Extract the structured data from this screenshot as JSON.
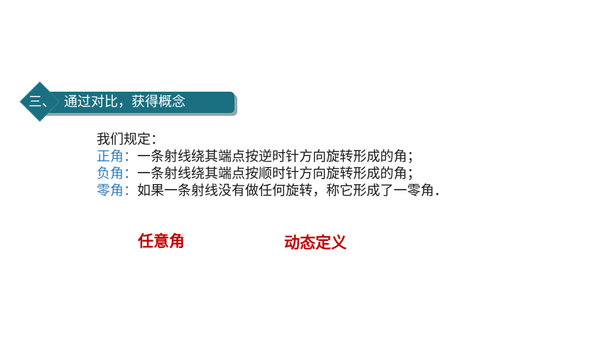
{
  "section": {
    "number": "三、",
    "title": "通过对比，获得概念"
  },
  "definitions": {
    "intro": "我们规定：",
    "items": [
      {
        "term": "正角：",
        "text": "一条射线绕其端点按逆时针方向旋转形成的角；"
      },
      {
        "term": "负角：",
        "text": "一条射线绕其端点按顺时针方向旋转形成的角；"
      },
      {
        "term": "零角：",
        "text": "如果一条射线没有做任何旋转，称它形成了一零角．"
      }
    ]
  },
  "keywords": {
    "first": "任意角",
    "second": "动态定义"
  },
  "colors": {
    "banner": "#1a6f80",
    "term": "#2e7fc1",
    "keyword": "#c00000"
  }
}
